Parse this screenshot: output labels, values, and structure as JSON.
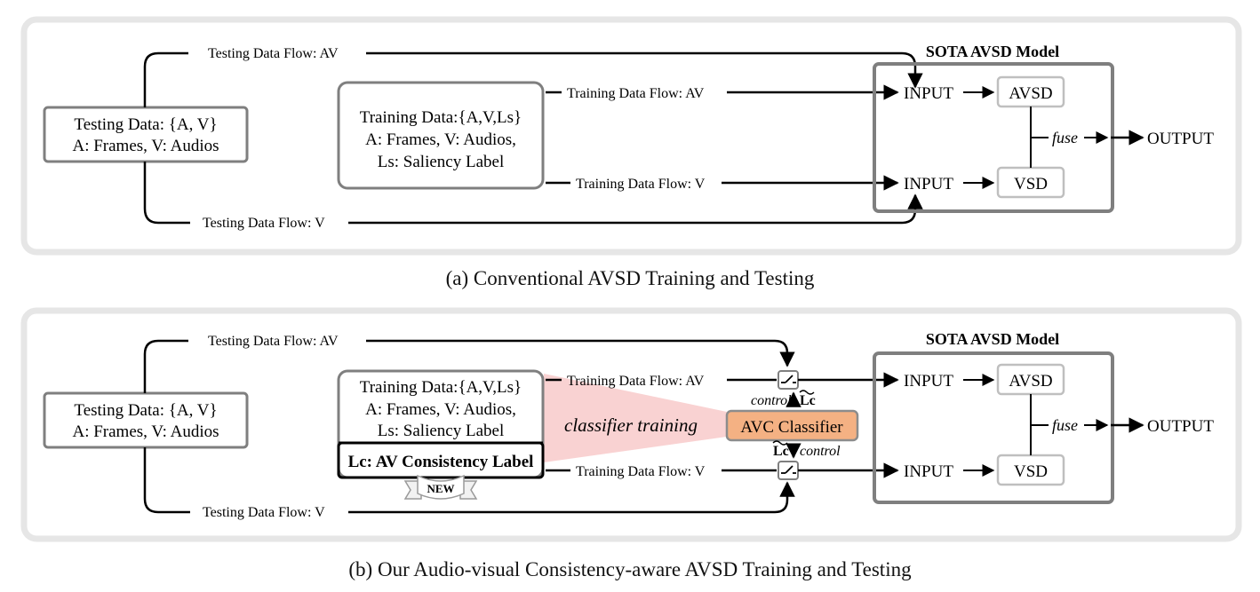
{
  "panel_a": {
    "testing_data": {
      "line1": "Testing Data: {A, V}",
      "line2": "A: Frames, V: Audios"
    },
    "training_data": {
      "line1": "Training Data:{A,V,Ls}",
      "line2": "A: Frames, V: Audios,",
      "line3": "Ls: Saliency Label"
    },
    "flows": {
      "testing_av": "Testing Data Flow: AV",
      "testing_v": "Testing Data Flow: V",
      "training_av": "Training Data Flow: AV",
      "training_v": "Training Data Flow: V"
    },
    "model": {
      "title": "SOTA AVSD Model",
      "input_top": "INPUT",
      "input_bottom": "INPUT",
      "avsd": "AVSD",
      "vsd": "VSD",
      "fuse": "fuse",
      "output": "OUTPUT"
    },
    "caption": "(a) Conventional AVSD Training and Testing"
  },
  "panel_b": {
    "testing_data": {
      "line1": "Testing Data: {A, V}",
      "line2": "A: Frames, V: Audios"
    },
    "training_data": {
      "line1": "Training Data:{A,V,Ls}",
      "line2": "A: Frames, V: Audios,",
      "line3": "Ls: Saliency Label"
    },
    "consistency_label": "Lc: AV Consistency Label",
    "new_badge": "NEW",
    "classifier_training": "classifier training",
    "classifier": "AVC Classifier",
    "control_top": "control",
    "control_bottom": "control",
    "lc_top": "Lc",
    "lc_bottom": "Lc",
    "flows": {
      "testing_av": "Testing Data Flow: AV",
      "testing_v": "Testing Data Flow: V",
      "training_av": "Training Data Flow: AV",
      "training_v": "Training Data Flow: V"
    },
    "model": {
      "title": "SOTA AVSD Model",
      "input_top": "INPUT",
      "input_bottom": "INPUT",
      "avsd": "AVSD",
      "vsd": "VSD",
      "fuse": "fuse",
      "output": "OUTPUT"
    },
    "caption": "(b) Our Audio-visual Consistency-aware AVSD Training and Testing"
  },
  "colors": {
    "panel_border": "#e6e6e6",
    "box_border": "#7f7f7f",
    "classifier_fill": "#f4b183",
    "classifier_border": "#8c8c8c",
    "beam": "#f8caca",
    "new_text": "#e00000"
  }
}
